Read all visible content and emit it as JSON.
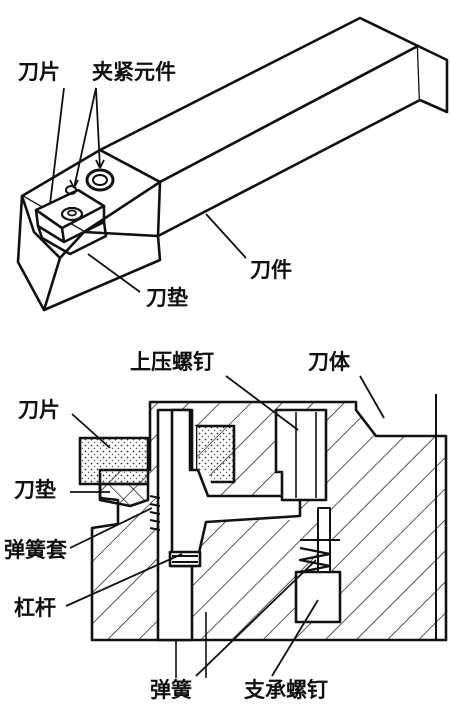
{
  "top_view": {
    "labels": {
      "insert": "刀片",
      "clamp_element": "夹紧元件",
      "holder": "刀件",
      "shim": "刀垫"
    }
  },
  "section_view": {
    "labels": {
      "upper_screw": "上压螺钉",
      "body": "刀体",
      "insert": "刀片",
      "shim": "刀垫",
      "spring_sleeve": "弹簧套",
      "lever": "杠杆",
      "spring": "弹簧",
      "support_screw": "支承螺钉"
    }
  }
}
